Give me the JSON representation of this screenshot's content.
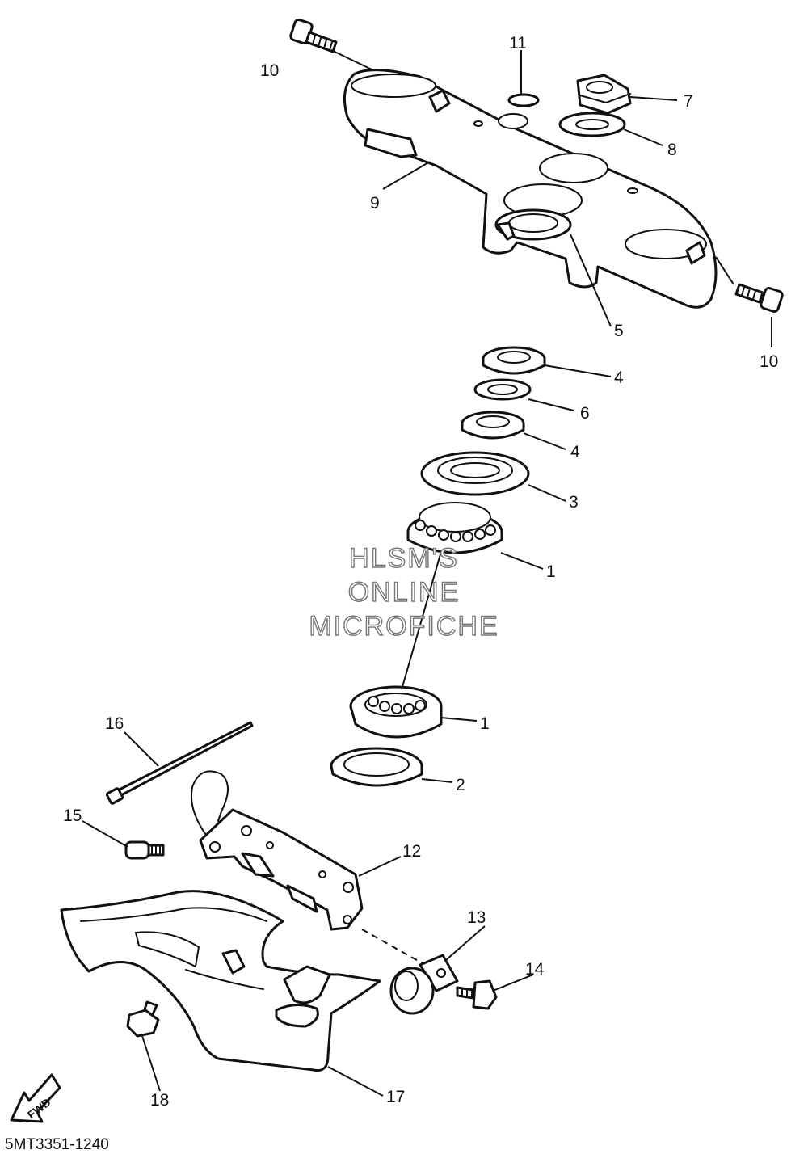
{
  "callouts": [
    {
      "id": "c10a",
      "label": "10"
    },
    {
      "id": "c11",
      "label": "11"
    },
    {
      "id": "c7",
      "label": "7"
    },
    {
      "id": "c8",
      "label": "8"
    },
    {
      "id": "c9",
      "label": "9"
    },
    {
      "id": "c10b",
      "label": "10"
    },
    {
      "id": "c5",
      "label": "5"
    },
    {
      "id": "c4a",
      "label": "4"
    },
    {
      "id": "c6",
      "label": "6"
    },
    {
      "id": "c4b",
      "label": "4"
    },
    {
      "id": "c3",
      "label": "3"
    },
    {
      "id": "c1a",
      "label": "1"
    },
    {
      "id": "c1b",
      "label": "1"
    },
    {
      "id": "c2",
      "label": "2"
    },
    {
      "id": "c16",
      "label": "16"
    },
    {
      "id": "c15",
      "label": "15"
    },
    {
      "id": "c12",
      "label": "12"
    },
    {
      "id": "c13",
      "label": "13"
    },
    {
      "id": "c14",
      "label": "14"
    },
    {
      "id": "c18",
      "label": "18"
    },
    {
      "id": "c17",
      "label": "17"
    }
  ],
  "watermark": {
    "line1": "HLSM'S",
    "line2": "ONLINE",
    "line3": "MICROFICHE"
  },
  "fwd_label": "FWD",
  "diagram_code": "5MT3351-1240"
}
